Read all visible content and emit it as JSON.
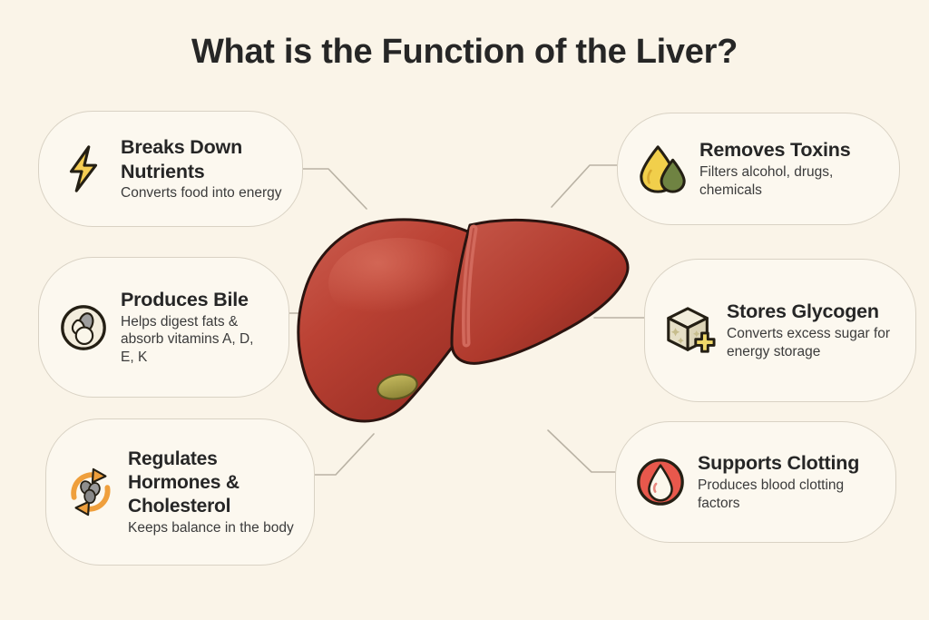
{
  "header": {
    "title": "What is the Function of the Liver?"
  },
  "illustration": {
    "name": "liver-anatomy-illustration",
    "parts": {
      "right_lobe": "right-lobe",
      "left_lobe": "left-lobe",
      "falciform_ligament": "falciform-ligament",
      "gallbladder": "gallbladder"
    },
    "colors": {
      "liver_main": "#b8392f",
      "liver_light": "#c9553f",
      "liver_dark": "#8f2b22",
      "ligament": "#d2695c",
      "gallbladder": "#a8a04a",
      "outline": "#2a1410"
    }
  },
  "cards": [
    {
      "id": "breaks-down-nutrients",
      "side": "left",
      "icon": "lightning-bolt-icon",
      "title": "Breaks Down Nutrients",
      "desc": "Converts food into energy",
      "accent": "#f5cd53"
    },
    {
      "id": "produces-bile",
      "side": "left",
      "icon": "bile-droplet-circle-icon",
      "title": "Produces Bile",
      "desc": "Helps digest fats & absorb vitamins A, D, E, K",
      "accent": "#262626"
    },
    {
      "id": "regulates-hormones",
      "side": "left",
      "icon": "recycle-arrows-icon",
      "title": "Regulates Hormones & Cholesterol",
      "desc": "Keeps balance in the body",
      "accent": "#ef9f3c"
    },
    {
      "id": "removes-toxins",
      "side": "right",
      "icon": "two-droplets-icon",
      "title": "Removes Toxins",
      "desc": "Filters alcohol, drugs, chemicals",
      "accent": "#f1cf4b"
    },
    {
      "id": "stores-glycogen",
      "side": "right",
      "icon": "sugar-cube-plus-icon",
      "title": "Stores Glycogen",
      "desc": "Converts excess sugar for energy storage",
      "accent": "#f0d96a"
    },
    {
      "id": "supports-clotting",
      "side": "right",
      "icon": "blood-drop-circle-icon",
      "title": "Supports Clotting",
      "desc": "Produces blood clotting factors",
      "accent": "#e8584c"
    }
  ],
  "theme": {
    "background": "#faf4e8",
    "card_fill": "#fcf8ef",
    "card_border": "#d9d2c4",
    "connector": "#b9b2a4",
    "text_primary": "#262626",
    "text_secondary": "#3b3b3b"
  }
}
